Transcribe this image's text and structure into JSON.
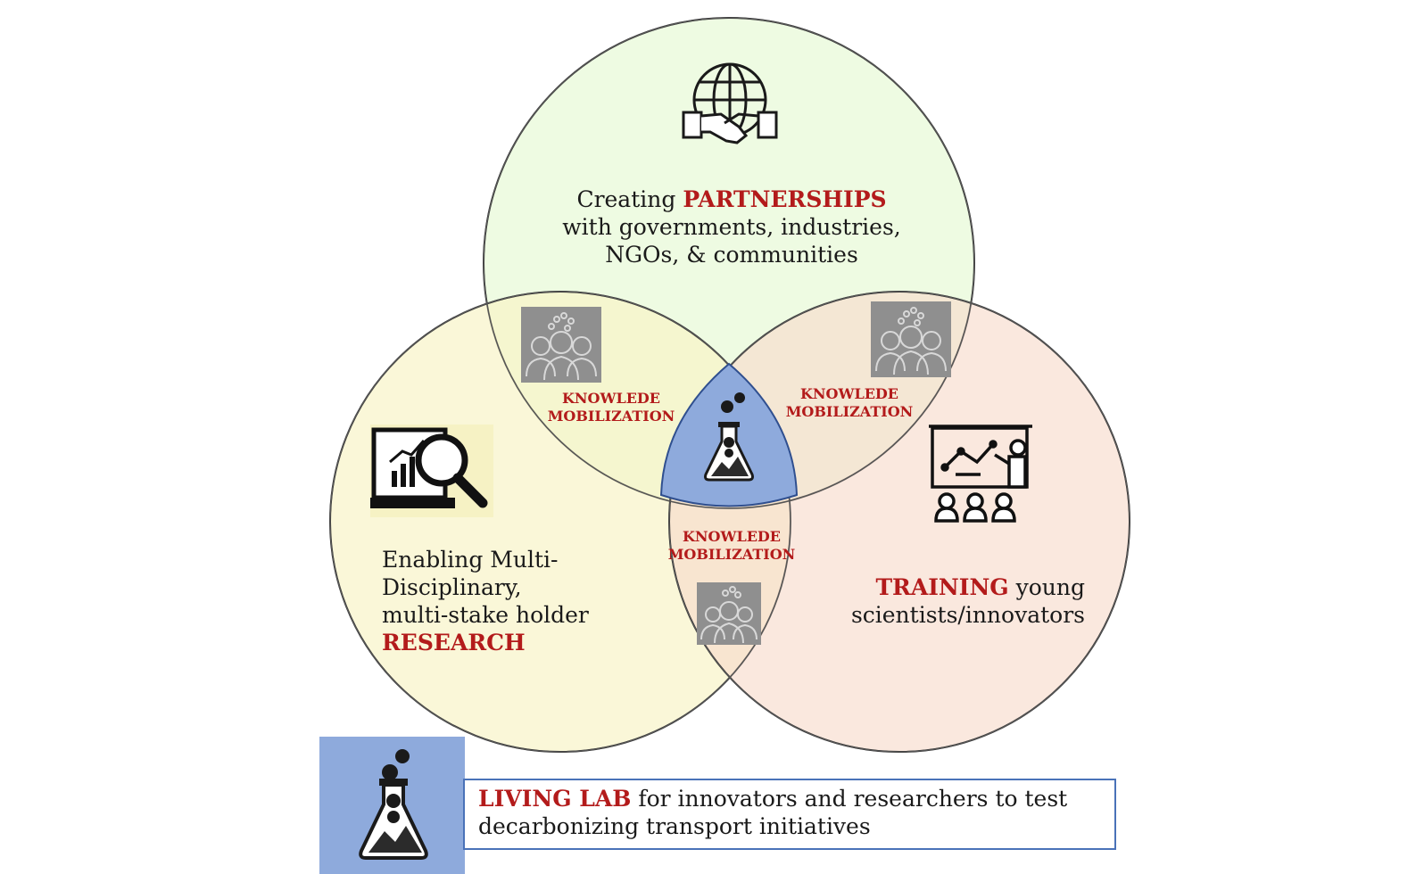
{
  "partnerships": {
    "line1_pre": "Creating",
    "line1_accent": "PARTNERSHIPS",
    "line2": "with governments, industries,",
    "line3": "NGOs, & communities"
  },
  "research": {
    "line1": "Enabling Multi-",
    "line2": "Disciplinary,",
    "line3": "multi-stake holder",
    "line4_accent": "RESEARCH"
  },
  "training": {
    "line1_accent": "TRAINING",
    "line1_post": "young",
    "line2": "scientists/innovators"
  },
  "knowledge_labels": [
    {
      "line1": "KNOWLEDE",
      "line2": "MOBILIZATION"
    },
    {
      "line1": "KNOWLEDE",
      "line2": "MOBILIZATION"
    },
    {
      "line1": "KNOWLEDE",
      "line2": "MOBILIZATION"
    }
  ],
  "legend": {
    "accent": "LIVING LAB",
    "rest": "for innovators and researchers to test decarbonizing transport initiatives"
  },
  "icons": [
    "globe-handshake-icon",
    "analytics-magnifier-icon",
    "teacher-board-icon",
    "people-network-icon",
    "flask-transport-icon"
  ],
  "colors": {
    "accent": "#b31b1b",
    "partnerships_fill": "#ebfadd",
    "research_fill": "#fbf7d4",
    "training_fill": "#fae6dc",
    "living_lab_fill": "#8eaadc",
    "legend_border": "#4a72b8"
  }
}
